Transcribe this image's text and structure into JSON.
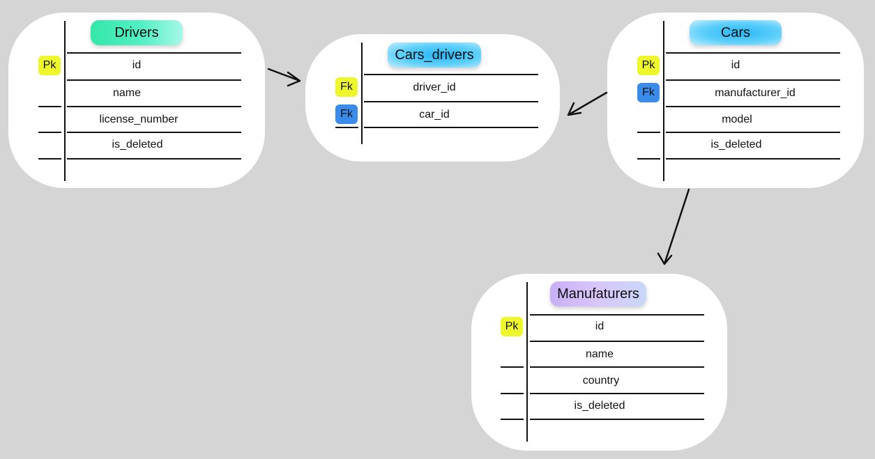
{
  "colors": {
    "background": "#d5d5d5",
    "card": "#ffffff",
    "key_yellow": "#eef72c",
    "key_blue": "#3b8bea",
    "line": "#111111"
  },
  "entities": {
    "drivers": {
      "title": "Drivers",
      "fields": [
        "id",
        "name",
        "license_number",
        "is_deleted"
      ],
      "keys": [
        "Pk"
      ]
    },
    "cars_drivers": {
      "title": "Cars_drivers",
      "fields": [
        "driver_id",
        "car_id"
      ],
      "keys": [
        "Fk",
        "Fk"
      ]
    },
    "cars": {
      "title": "Cars",
      "fields": [
        "id",
        "manufacturer_id",
        "model",
        "is_deleted"
      ],
      "keys": [
        "Pk",
        "Fk"
      ]
    },
    "manufacturers": {
      "title": "Manufaturers",
      "fields": [
        "id",
        "name",
        "country",
        "is_deleted"
      ],
      "keys": [
        "Pk"
      ]
    }
  }
}
